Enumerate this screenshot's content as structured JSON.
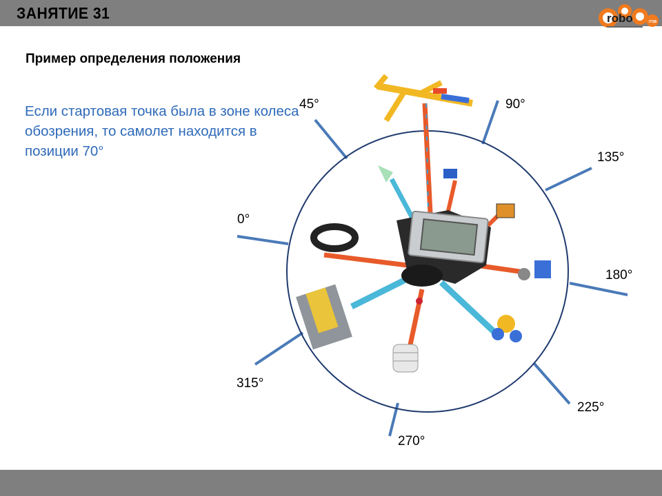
{
  "header": {
    "title": "ЗАНЯТИЕ  31",
    "logo_text": "robo",
    "logo_badge": "ITSB"
  },
  "slide": {
    "heading": "Пример определения положения",
    "description": "Если стартовая точка была в зоне колеса обозрения, то самолет находится в позиции 70°"
  },
  "diagram": {
    "angle_labels": [
      "0°",
      "45°",
      "90°",
      "135°",
      "180°",
      "225°",
      "270°",
      "315°"
    ],
    "pointer_color": "#4a7ab8",
    "circle_color": "#1f3a6e"
  },
  "colors": {
    "bar": "#7f7f7f",
    "text_blue": "#2e6ab8",
    "logo_orange": "#f07a1e"
  }
}
